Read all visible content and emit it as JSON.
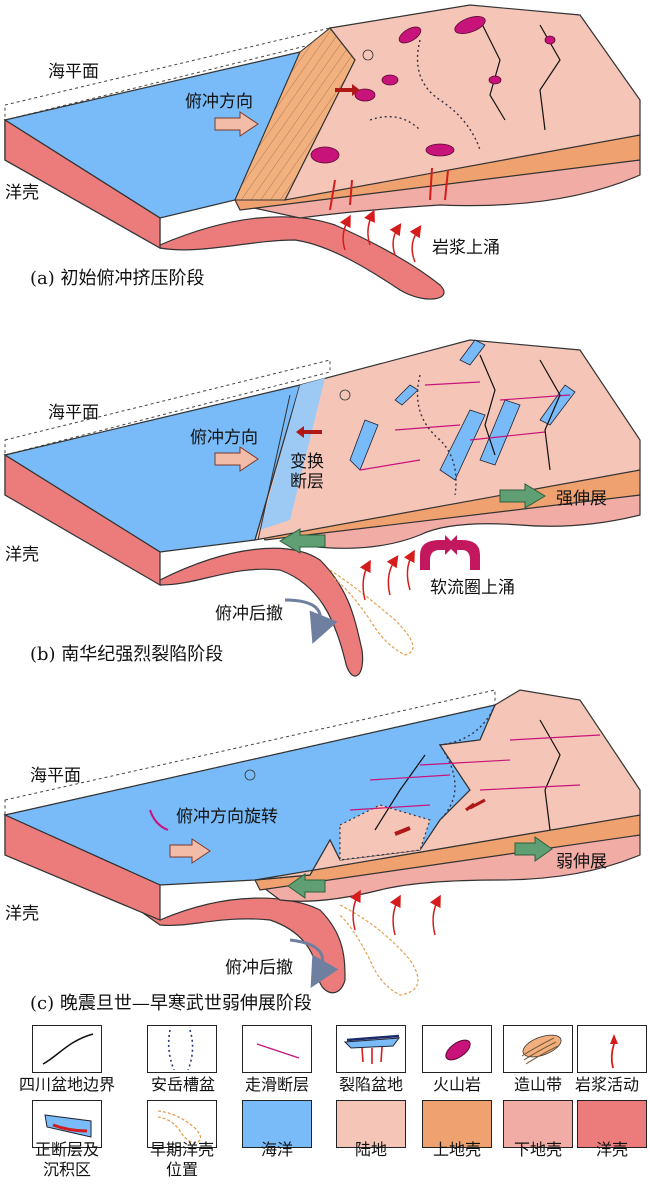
{
  "panels": [
    {
      "caption": "(a) 初始俯冲挤压阶段",
      "sea_level": "海平面",
      "oceanic_crust": "洋壳",
      "subduction_direction": "俯冲方向",
      "magma_upwelling": "岩浆上涌"
    },
    {
      "caption": "(b) 南华纪强烈裂陷阶段",
      "sea_level": "海平面",
      "oceanic_crust": "洋壳",
      "subduction_direction": "俯冲方向",
      "transform_fault": "变换\n断层",
      "strong_extension": "强伸展",
      "asthenosphere_upwelling": "软流圈上涌",
      "slab_rollback": "俯冲后撤"
    },
    {
      "caption": "(c) 晚震旦世—早寒武世弱伸展阶段",
      "sea_level": "海平面",
      "oceanic_crust": "洋壳",
      "subduction_direction": "俯冲方向旋转",
      "weak_extension": "弱伸展",
      "slab_rollback": "俯冲后撤"
    }
  ],
  "legend": [
    {
      "label": "四川盆地边界",
      "icon": "basin-boundary-icon"
    },
    {
      "label": "安岳槽盆",
      "icon": "anyue-trough-icon"
    },
    {
      "label": "走滑断层",
      "icon": "strike-slip-fault-icon"
    },
    {
      "label": "裂陷盆地",
      "icon": "rift-basin-icon"
    },
    {
      "label": "火山岩",
      "icon": "volcanic-rock-icon"
    },
    {
      "label": "造山带",
      "icon": "orogenic-belt-icon"
    },
    {
      "label": "岩浆活动",
      "icon": "magmatic-activity-icon"
    },
    {
      "label": "正断层及\n沉积区",
      "icon": "normal-fault-sediment-icon"
    },
    {
      "label": "早期洋壳\n位置",
      "icon": "early-oceanic-crust-icon"
    },
    {
      "label": "海洋",
      "icon": "ocean-swatch",
      "color": "#78bbf8"
    },
    {
      "label": "陆地",
      "icon": "land-swatch",
      "color": "#f5c6b8"
    },
    {
      "label": "上地壳",
      "icon": "upper-crust-swatch",
      "color": "#efa26f"
    },
    {
      "label": "下地壳",
      "icon": "lower-crust-swatch",
      "color": "#f2aca6"
    },
    {
      "label": "洋壳",
      "icon": "oceanic-crust-swatch",
      "color": "#ec7c7c"
    }
  ],
  "colors": {
    "ocean": "#78bbf8",
    "land": "#f5c6b8",
    "upper_crust": "#efa26f",
    "lower_crust": "#f2aca6",
    "oceanic_crust": "#ec7c7c",
    "magma": "#d41c1c",
    "volcanic": "#c8147a",
    "arrow_green": "#5f9f73",
    "arrow_blue": "#6f7fa0"
  }
}
